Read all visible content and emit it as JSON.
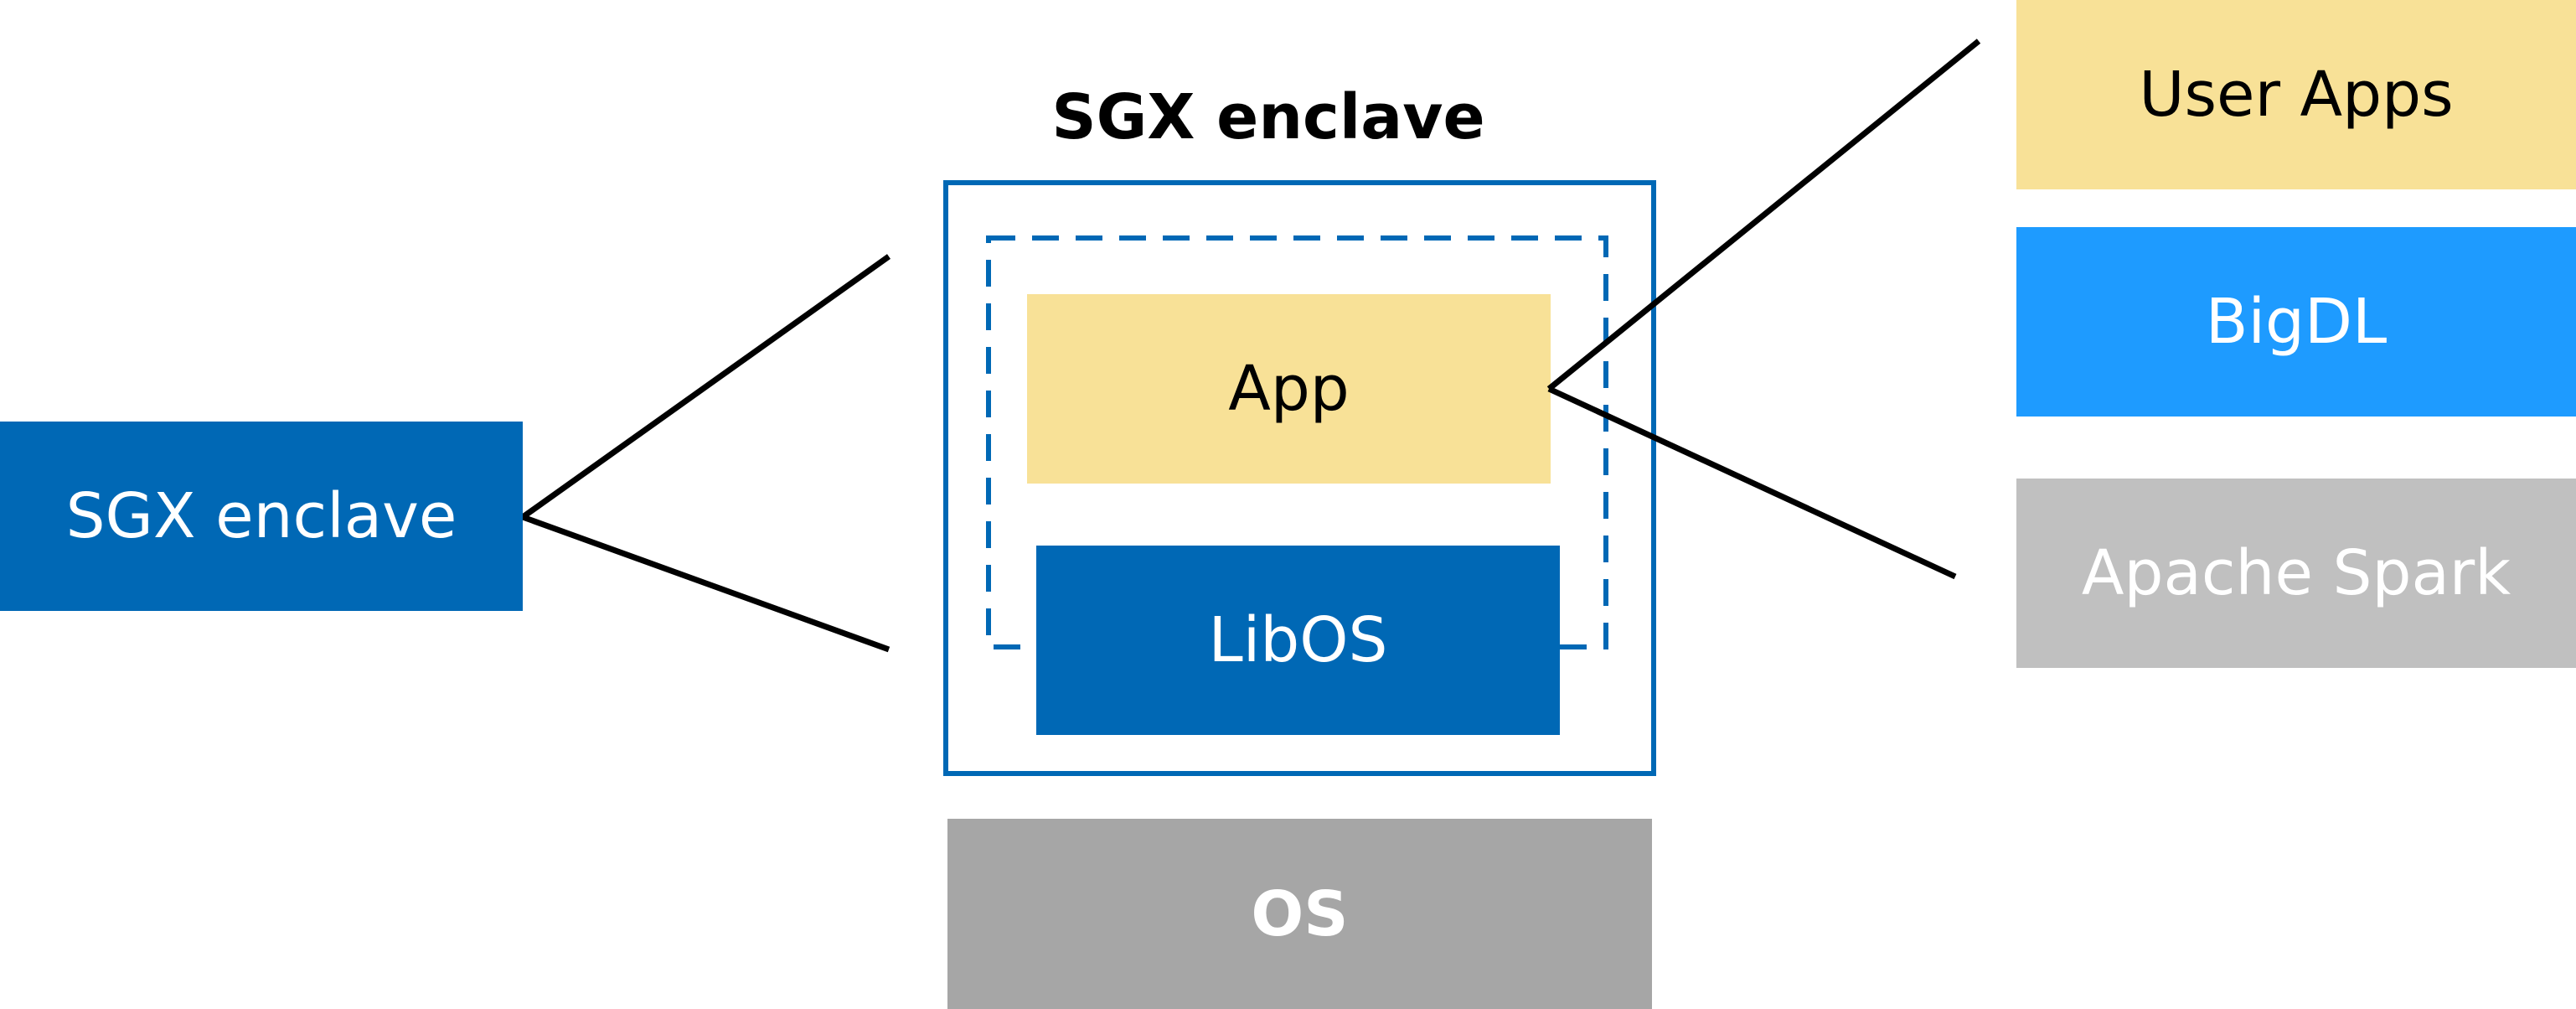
{
  "title": "SGX enclave",
  "left_box": {
    "label": "SGX enclave"
  },
  "app": {
    "label": "App"
  },
  "libos": {
    "label": "LibOS"
  },
  "os": {
    "label": "OS"
  },
  "stack": [
    {
      "label": "User Apps"
    },
    {
      "label": "BigDL"
    },
    {
      "label": "Apache Spark"
    }
  ],
  "colors": {
    "dark_blue": "#0068b5",
    "light_blue": "#1e9bff",
    "yellow": "#f8e197",
    "light_gray": "#c0c0c0",
    "gray": "#a6a6a6",
    "line": "#000000",
    "white": "#ffffff"
  }
}
